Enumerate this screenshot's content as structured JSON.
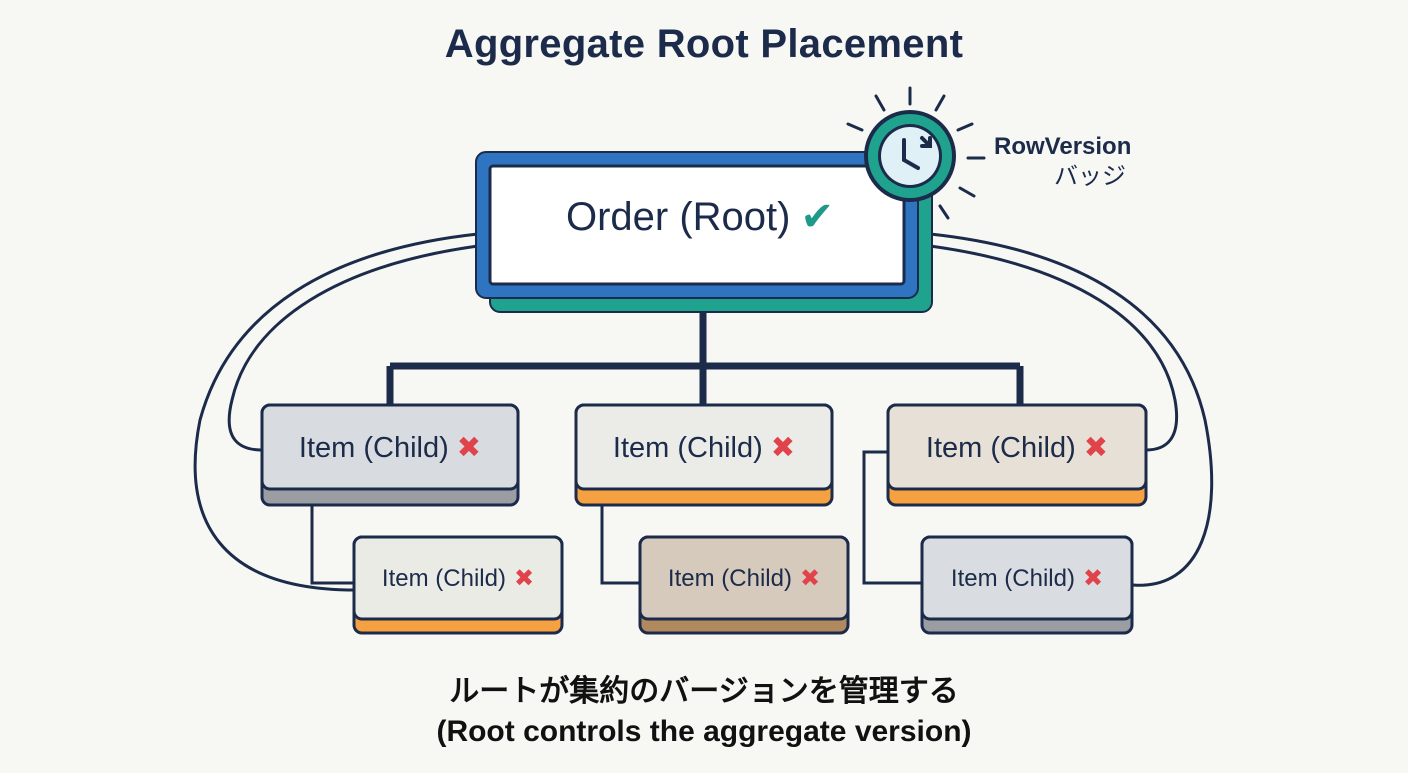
{
  "title": "Aggregate Root Placement",
  "root": {
    "label": "Order (Root)",
    "status_icon": "check-icon"
  },
  "badge": {
    "label_line1": "RowVersion",
    "label_line2": "バッジ",
    "icon": "clock-icon"
  },
  "children": [
    {
      "label": "Item (Child)",
      "status_icon": "cross-icon"
    },
    {
      "label": "Item (Child)",
      "status_icon": "cross-icon"
    },
    {
      "label": "Item (Child)",
      "status_icon": "cross-icon"
    },
    {
      "label": "Item (Child)",
      "status_icon": "cross-icon"
    },
    {
      "label": "Item (Child)",
      "status_icon": "cross-icon"
    },
    {
      "label": "Item (Child)",
      "status_icon": "cross-icon"
    }
  ],
  "caption": {
    "line1": "ルートが集約のバージョンを管理する",
    "line2": "(Root controls the aggregate version)"
  },
  "colors": {
    "root_border": "#2f74c0",
    "root_shadow": "#1fa38e",
    "check": "#1f9a8a",
    "cross": "#e0434a",
    "orange_bar": "#f5a142",
    "gray_bar": "#9a9ea3",
    "brown_bar": "#b08a5e",
    "line": "#1c2b4a"
  }
}
